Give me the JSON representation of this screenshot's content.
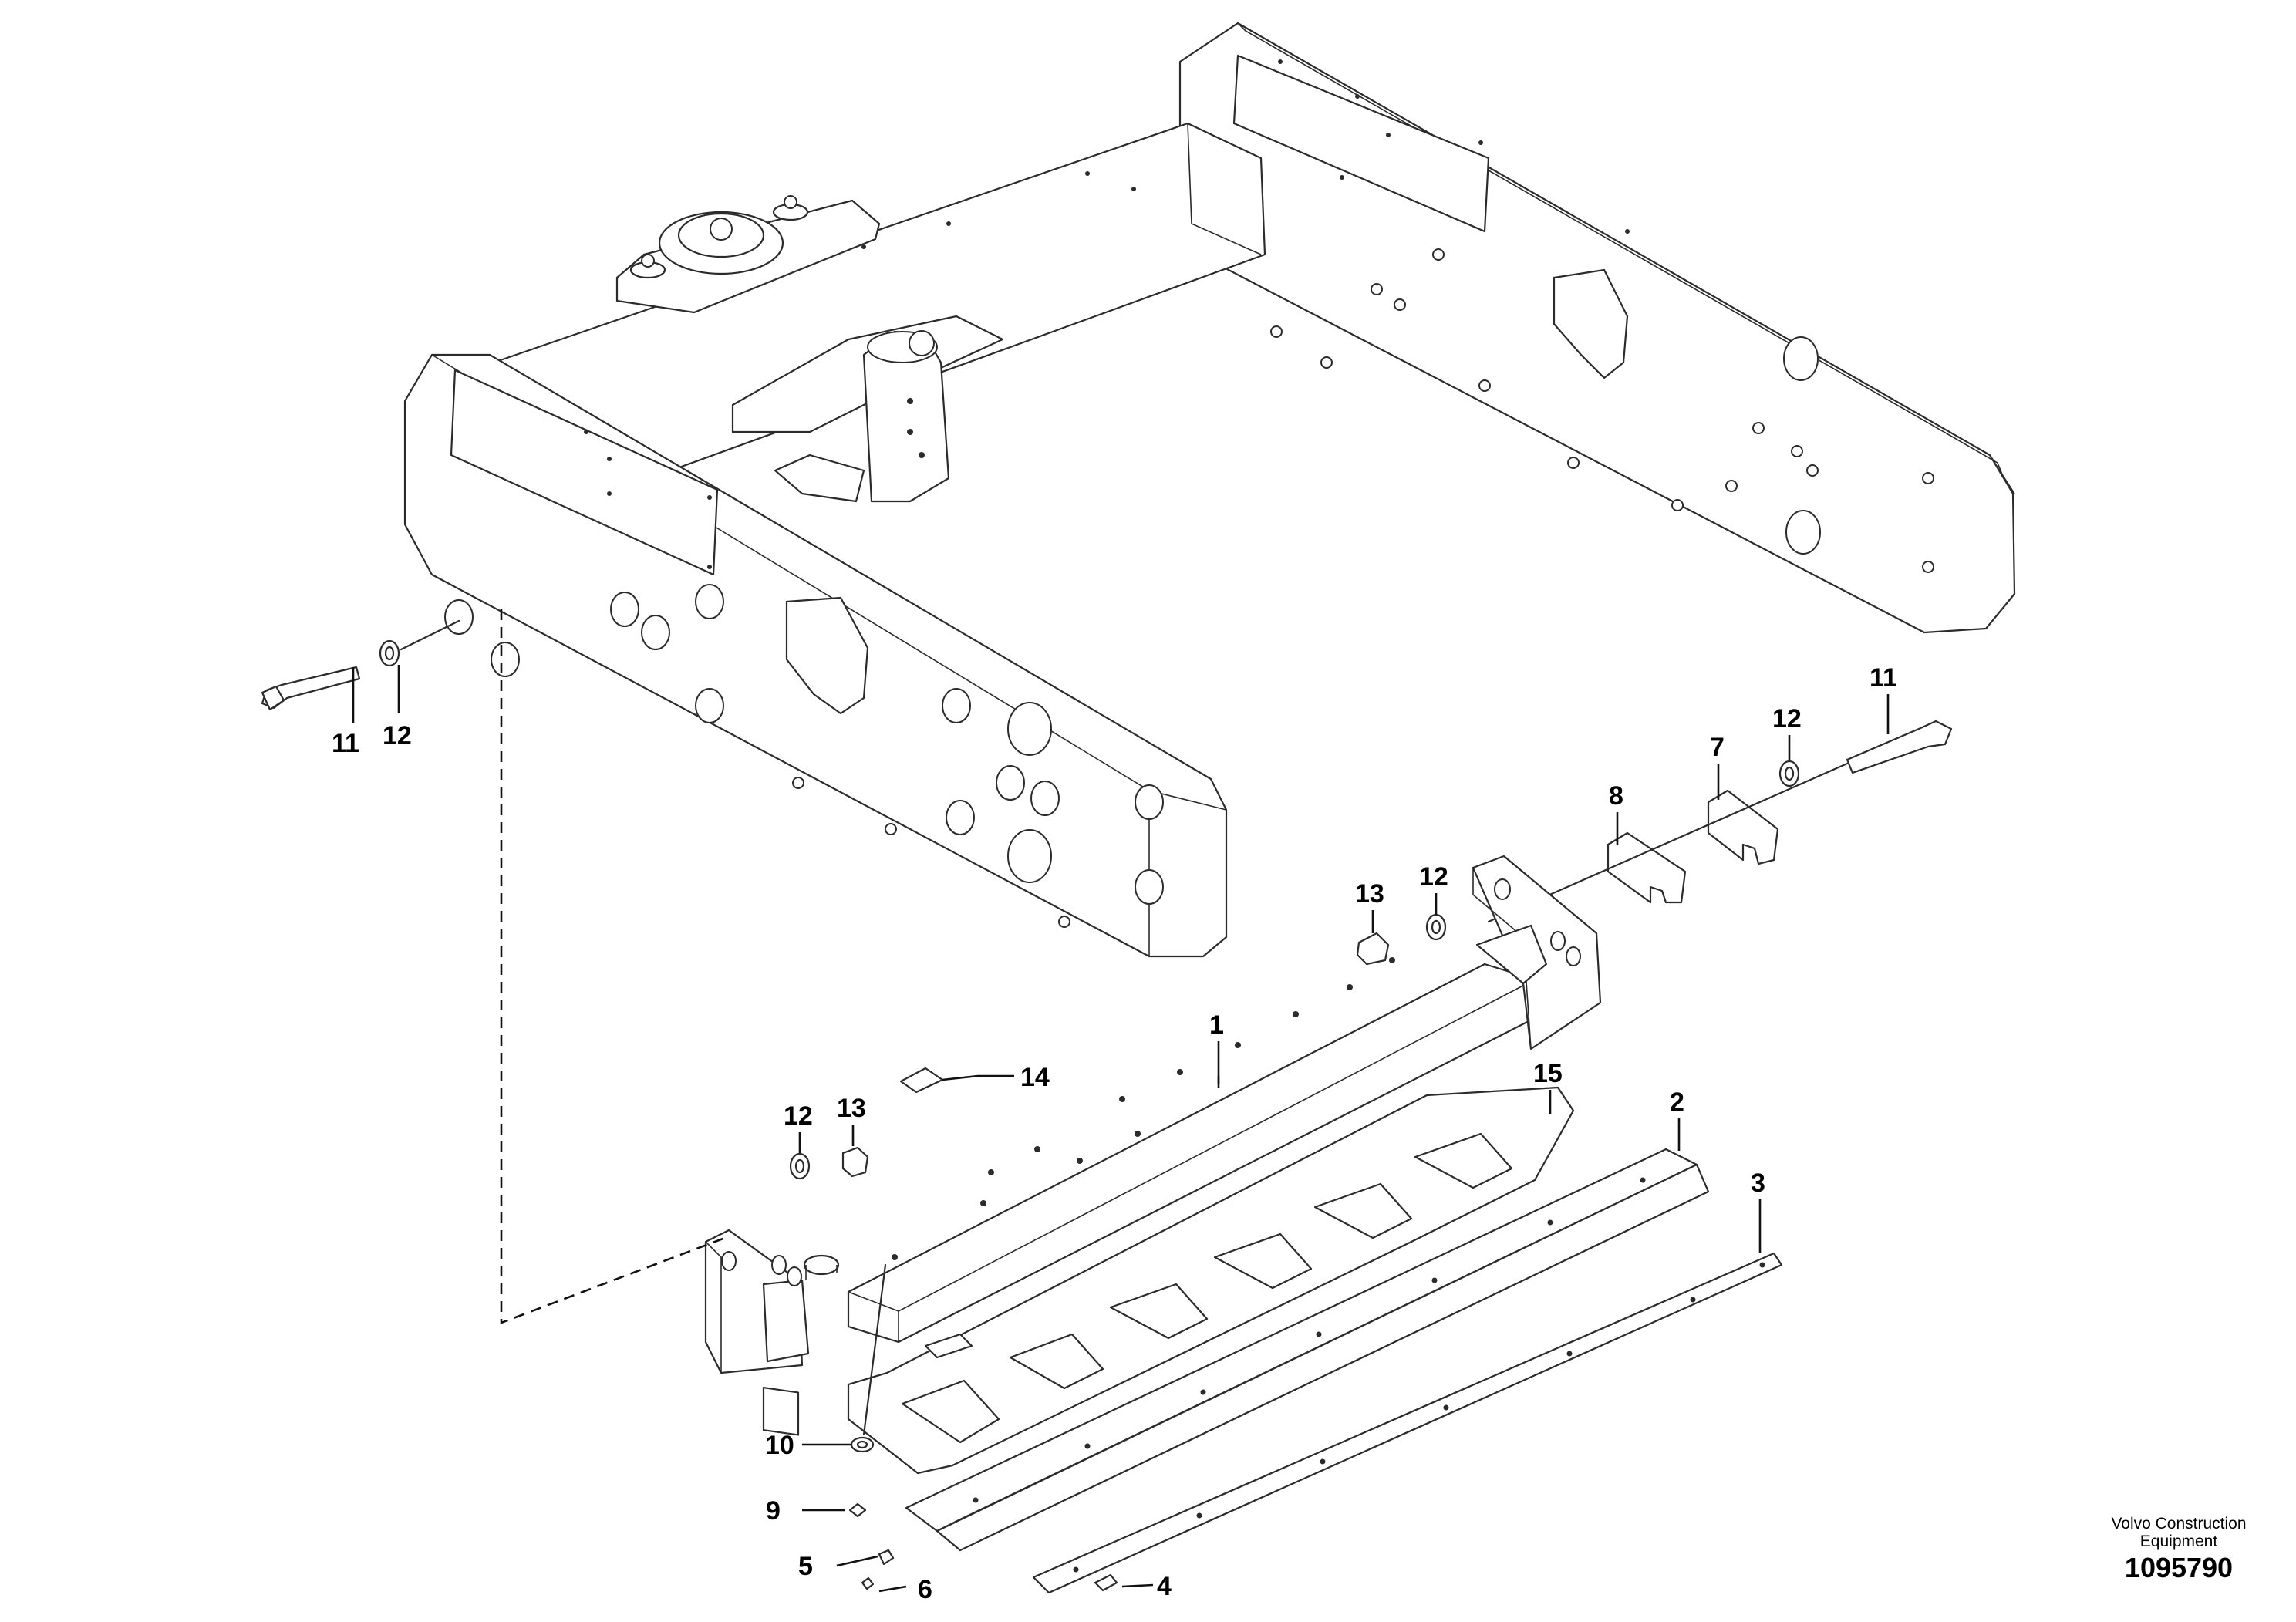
{
  "brand": {
    "line1": "Volvo Construction",
    "line2": "Equipment"
  },
  "document_number": "1095790",
  "callouts": [
    {
      "id": "c1",
      "label": "1"
    },
    {
      "id": "c2",
      "label": "2"
    },
    {
      "id": "c3",
      "label": "3"
    },
    {
      "id": "c4",
      "label": "4"
    },
    {
      "id": "c5",
      "label": "5"
    },
    {
      "id": "c6",
      "label": "6"
    },
    {
      "id": "c7",
      "label": "7"
    },
    {
      "id": "c8",
      "label": "8"
    },
    {
      "id": "c9",
      "label": "9"
    },
    {
      "id": "c10",
      "label": "10"
    },
    {
      "id": "c11a",
      "label": "11"
    },
    {
      "id": "c11b",
      "label": "11"
    },
    {
      "id": "c12a",
      "label": "12"
    },
    {
      "id": "c12b",
      "label": "12"
    },
    {
      "id": "c12c",
      "label": "12"
    },
    {
      "id": "c12d",
      "label": "12"
    },
    {
      "id": "c13a",
      "label": "13"
    },
    {
      "id": "c13b",
      "label": "13"
    },
    {
      "id": "c14",
      "label": "14"
    },
    {
      "id": "c15",
      "label": "15"
    }
  ]
}
